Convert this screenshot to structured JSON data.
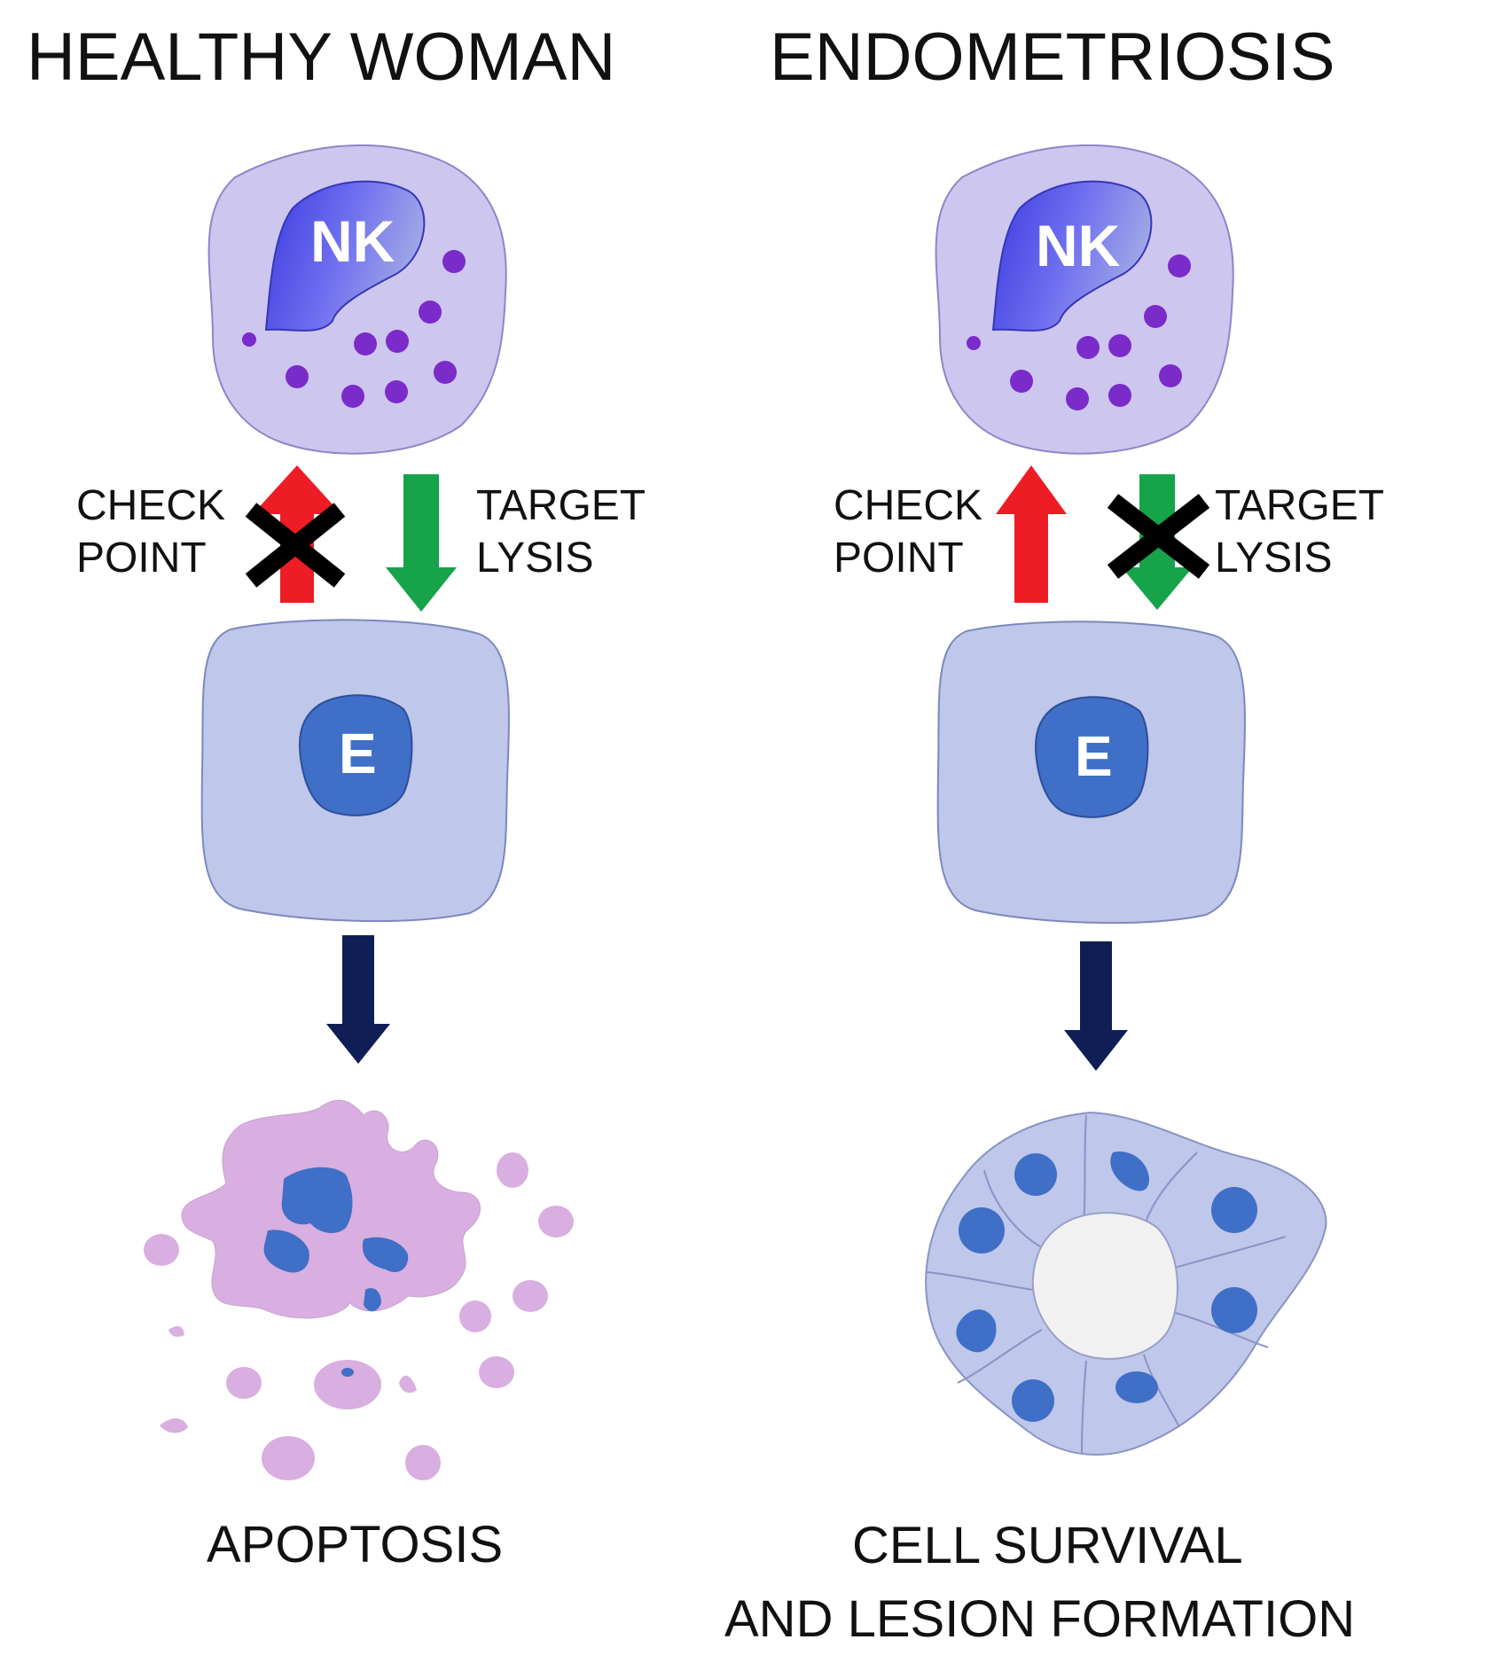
{
  "panels": {
    "healthy": {
      "title": "HEALTHY WOMAN",
      "nk_label": "NK",
      "checkpoint_line1": "CHECK",
      "checkpoint_line2": "POINT",
      "target_line1": "TARGET",
      "target_line2": "LYSIS",
      "endometrial_label": "E",
      "outcome": "APOPTOSIS",
      "blocked_pathway": "checkpoint"
    },
    "endometriosis": {
      "title": "ENDOMETRIOSIS",
      "nk_label": "NK",
      "checkpoint_line1": "CHECK",
      "checkpoint_line2": "POINT",
      "target_line1": "TARGET",
      "target_line2": "LYSIS",
      "endometrial_label": "E",
      "outcome_line1": "CELL SURVIVAL",
      "outcome_line2": "AND LESION FORMATION",
      "blocked_pathway": "target-lysis"
    }
  },
  "colors": {
    "nk_cell": "#cdc6ef",
    "nk_nucleus": "#4f4fe6",
    "granule": "#7a2bc9",
    "endometrial_cell": "#bfc7ea",
    "endometrial_nucleus": "#3f6fc6",
    "checkpoint_arrow": "#ee1c24",
    "lysis_arrow": "#16a34a",
    "outcome_arrow": "#0f1f55",
    "apoptotic_fragment": "#d9aee0",
    "block_mark": "#000000"
  },
  "icons": {
    "block": "x-mark-icon",
    "checkpoint": "arrow-up-icon",
    "lysis": "arrow-down-icon",
    "outcome": "arrow-down-icon"
  }
}
